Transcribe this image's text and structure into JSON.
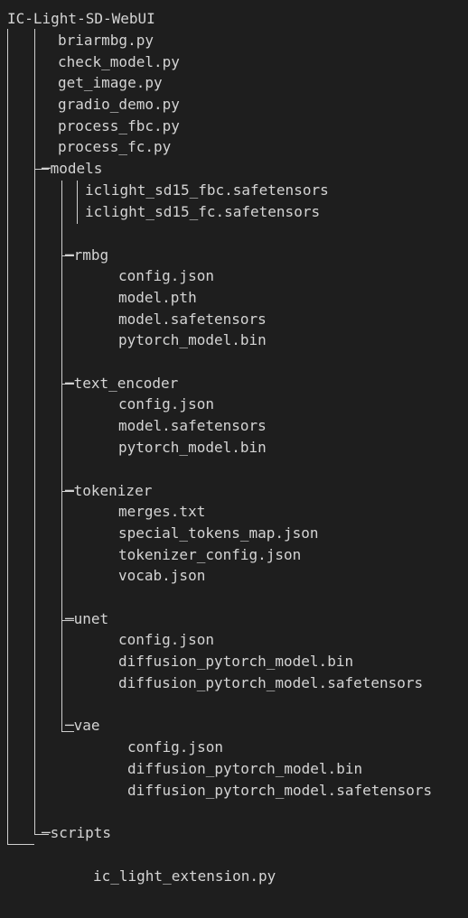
{
  "tree": {
    "root": "IC-Light-SD-WebUI",
    "items": [
      {
        "id": "briarmbg",
        "label": "briarmbg.py",
        "kind": "file"
      },
      {
        "id": "check-model",
        "label": "check_model.py",
        "kind": "file"
      },
      {
        "id": "get-image",
        "label": "get_image.py",
        "kind": "file"
      },
      {
        "id": "gradio-demo",
        "label": "gradio_demo.py",
        "kind": "file"
      },
      {
        "id": "process-fbc",
        "label": "process_fbc.py",
        "kind": "file"
      },
      {
        "id": "process-fc",
        "label": "process_fc.py",
        "kind": "file"
      },
      {
        "id": "models",
        "label": "─models",
        "kind": "dir"
      },
      {
        "id": "fbc-safetensors",
        "label": "iclight_sd15_fbc.safetensors",
        "kind": "file"
      },
      {
        "id": "fc-safetensors",
        "label": "iclight_sd15_fc.safetensors",
        "kind": "file"
      },
      {
        "id": "rmbg",
        "label": "─rmbg",
        "kind": "dir"
      },
      {
        "id": "rmbg-config",
        "label": "config.json",
        "kind": "file"
      },
      {
        "id": "rmbg-model-pth",
        "label": "model.pth",
        "kind": "file"
      },
      {
        "id": "rmbg-model-safetensors",
        "label": "model.safetensors",
        "kind": "file"
      },
      {
        "id": "rmbg-pytorch-bin",
        "label": "pytorch_model.bin",
        "kind": "file"
      },
      {
        "id": "text-encoder",
        "label": "─text_encoder",
        "kind": "dir"
      },
      {
        "id": "te-config",
        "label": "config.json",
        "kind": "file"
      },
      {
        "id": "te-model-safetensors",
        "label": "model.safetensors",
        "kind": "file"
      },
      {
        "id": "te-pytorch-bin",
        "label": "pytorch_model.bin",
        "kind": "file"
      },
      {
        "id": "tokenizer",
        "label": "─tokenizer",
        "kind": "dir"
      },
      {
        "id": "tok-merges",
        "label": "merges.txt",
        "kind": "file"
      },
      {
        "id": "tok-special",
        "label": "special_tokens_map.json",
        "kind": "file"
      },
      {
        "id": "tok-config",
        "label": "tokenizer_config.json",
        "kind": "file"
      },
      {
        "id": "tok-vocab",
        "label": "vocab.json",
        "kind": "file"
      },
      {
        "id": "unet",
        "label": "─unet",
        "kind": "dir"
      },
      {
        "id": "unet-config",
        "label": "config.json",
        "kind": "file"
      },
      {
        "id": "unet-bin",
        "label": "diffusion_pytorch_model.bin",
        "kind": "file"
      },
      {
        "id": "unet-safetensors",
        "label": "diffusion_pytorch_model.safetensors",
        "kind": "file"
      },
      {
        "id": "vae",
        "label": "─vae",
        "kind": "dir"
      },
      {
        "id": "vae-config",
        "label": "config.json",
        "kind": "file"
      },
      {
        "id": "vae-bin",
        "label": "diffusion_pytorch_model.bin",
        "kind": "file"
      },
      {
        "id": "vae-safetensors",
        "label": "diffusion_pytorch_model.safetensors",
        "kind": "file"
      },
      {
        "id": "scripts",
        "label": "─scripts",
        "kind": "dir"
      },
      {
        "id": "ic-light-extension",
        "label": "ic_light_extension.py",
        "kind": "file"
      }
    ]
  },
  "colors": {
    "background": "#1e1e1e",
    "text": "#d4d4d4",
    "guide": "#cfcfcf"
  }
}
